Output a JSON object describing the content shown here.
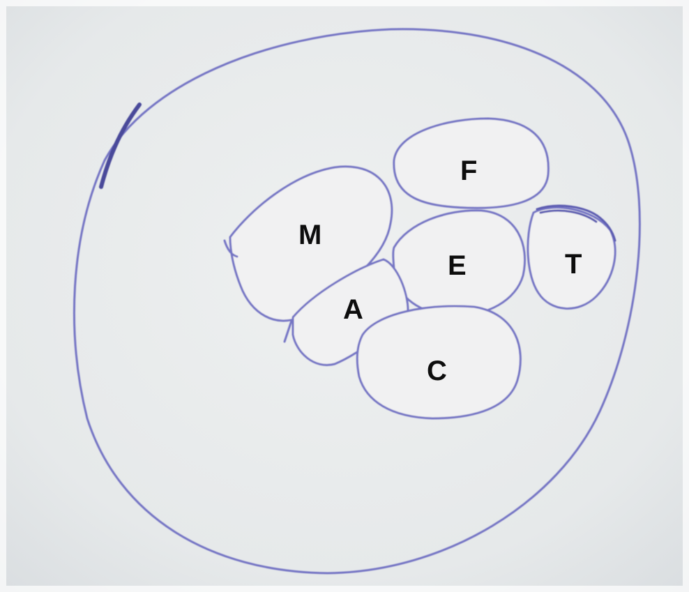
{
  "colors": {
    "paper": "#e9ecec",
    "ink": "#7474c4",
    "ink_dark": "#4a4a9a",
    "patch": "#f1f1f2",
    "label": "#0d0d0d"
  },
  "regions": {
    "m": {
      "label": "M"
    },
    "f": {
      "label": "F"
    },
    "e": {
      "label": "E"
    },
    "t": {
      "label": "T"
    },
    "a": {
      "label": "A"
    },
    "c": {
      "label": "C"
    }
  }
}
